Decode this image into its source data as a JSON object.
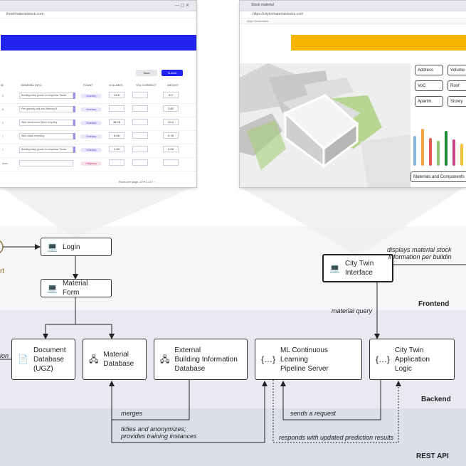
{
  "layers": {
    "frontend": "Frontend",
    "backend": "Backend",
    "rest": "REST API"
  },
  "nodes": {
    "login": "Login",
    "material_form": "Material Form",
    "city_twin_interface": "City Twin\nInterface",
    "document_db": "Document\nDatabase\n(UGZ)",
    "material_db": "Material\nDatabase",
    "external_db": "External\nBuilding Information\nDatabase",
    "ml_server": "ML Continuous Learning\nPipeline Server",
    "city_twin_logic": "City Twin\nApplication Logic"
  },
  "start_label": "rt",
  "cut_label_left": "ion",
  "notes": {
    "displays": "displays material stock\ninformation per buildin",
    "material_query": "material query",
    "merges": "merges",
    "tidies": "tidies and anonymizes;\nprovides training instances",
    "sends": "sends a request",
    "responds": "responds with updated prediction results"
  },
  "left_screenshot": {
    "url": "lhost/materialstock.com",
    "buttons": {
      "save": "Save",
      "submit": "Submit"
    },
    "columns": [
      "ID",
      "GENERAL INFO",
      "",
      "FOUNT",
      "VOLUMES",
      "VOL CORRECT",
      "WEIGHT"
    ],
    "rows": [
      {
        "lead": "3",
        "desc": "Building baby grouts on drapheas Tannio",
        "tag": "Voluntary",
        "v1": "13.5",
        "v3": "8.2"
      },
      {
        "lead": "6",
        "desc": "Pen gravelly well bad fillebrew B",
        "tag": "Voluntary",
        "v1": "",
        "v3": "2.82"
      },
      {
        "lead": "2",
        "desc": "Web seeds wood Brick recycling",
        "tag": "Voluntary",
        "v1": "45.78",
        "v3": "20.2"
      },
      {
        "lead": "7",
        "desc": "Web toilets recycling",
        "tag": "Voluntary",
        "v1": "6.45",
        "v3": "0.76"
      },
      {
        "lead": "7",
        "desc": "Building baby grouts on drapheas Tannio",
        "tag": "Voluntary",
        "v1": "1.45",
        "v3": "2.08"
      },
      {
        "lead": "dons",
        "desc": "",
        "tag": "Obligatory",
        "v1": "",
        "v3": ""
      }
    ],
    "footer": "Rows per page: 10  ▾   1-10  ‹  ›",
    "colors": {
      "banner": "#2323f0",
      "submit": "#2323f0"
    }
  },
  "right_screenshot": {
    "tab": "Stock material",
    "url": "https://cityformaterialstocks.com",
    "bookmarks": "Apps    Bookmarks",
    "attributes": [
      "Address",
      "Volume",
      "VoC",
      "Roof",
      "Apartm.",
      "Storey"
    ],
    "button": "Materials and Components",
    "bars": [
      {
        "color": "#8ab8e6",
        "value": 0.75
      },
      {
        "color": "#f2a541",
        "value": 0.92
      },
      {
        "color": "#e05a57",
        "value": 0.7
      },
      {
        "color": "#8bc86b",
        "value": 0.62
      },
      {
        "color": "#1f8a3a",
        "value": 0.88
      },
      {
        "color": "#c9468b",
        "value": 0.66
      },
      {
        "color": "#f5c33b",
        "value": 0.55
      }
    ],
    "colors": {
      "banner": "#f7b500"
    }
  }
}
